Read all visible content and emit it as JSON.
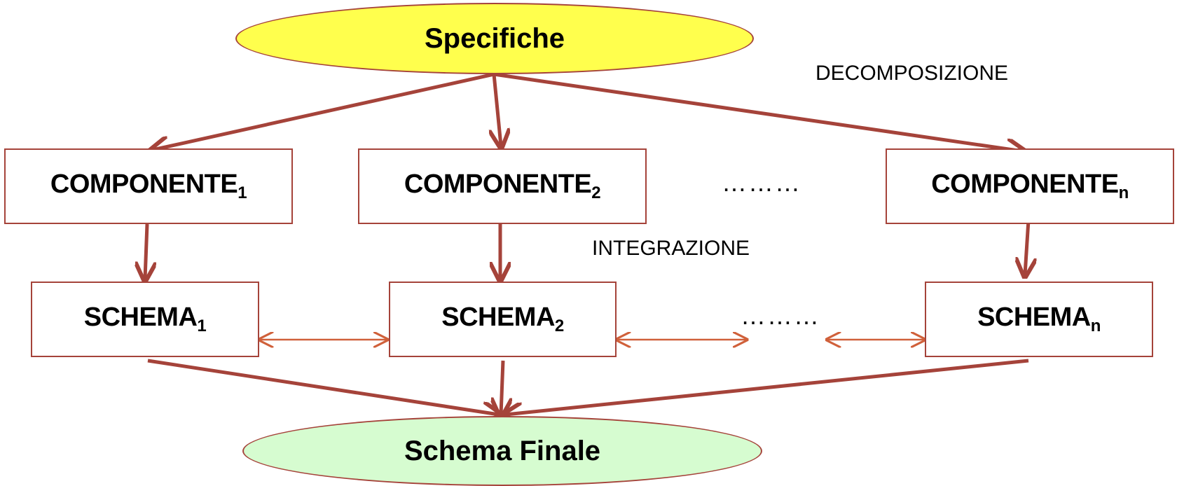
{
  "top_node": {
    "label": "Specifiche",
    "fill": "#ffff4d"
  },
  "bottom_node": {
    "label": "Schema Finale",
    "fill": "#d6fcd0"
  },
  "annotations": {
    "decomposition": "DECOMPOSIZIONE",
    "integration": "INTEGRAZIONE"
  },
  "components": [
    {
      "base": "COMPONENTE",
      "sub": "1"
    },
    {
      "base": "COMPONENTE",
      "sub": "2"
    },
    {
      "base": "COMPONENTE",
      "sub": "n"
    }
  ],
  "schemas": [
    {
      "base": "SCHEMA",
      "sub": "1"
    },
    {
      "base": "SCHEMA",
      "sub": "2"
    },
    {
      "base": "SCHEMA",
      "sub": "n"
    }
  ],
  "ellipsis": {
    "component_row": "………",
    "schema_row": "………"
  },
  "colors": {
    "arrow": "#a5433a",
    "double_arrow": "#d0603a",
    "border": "#a5433a"
  }
}
